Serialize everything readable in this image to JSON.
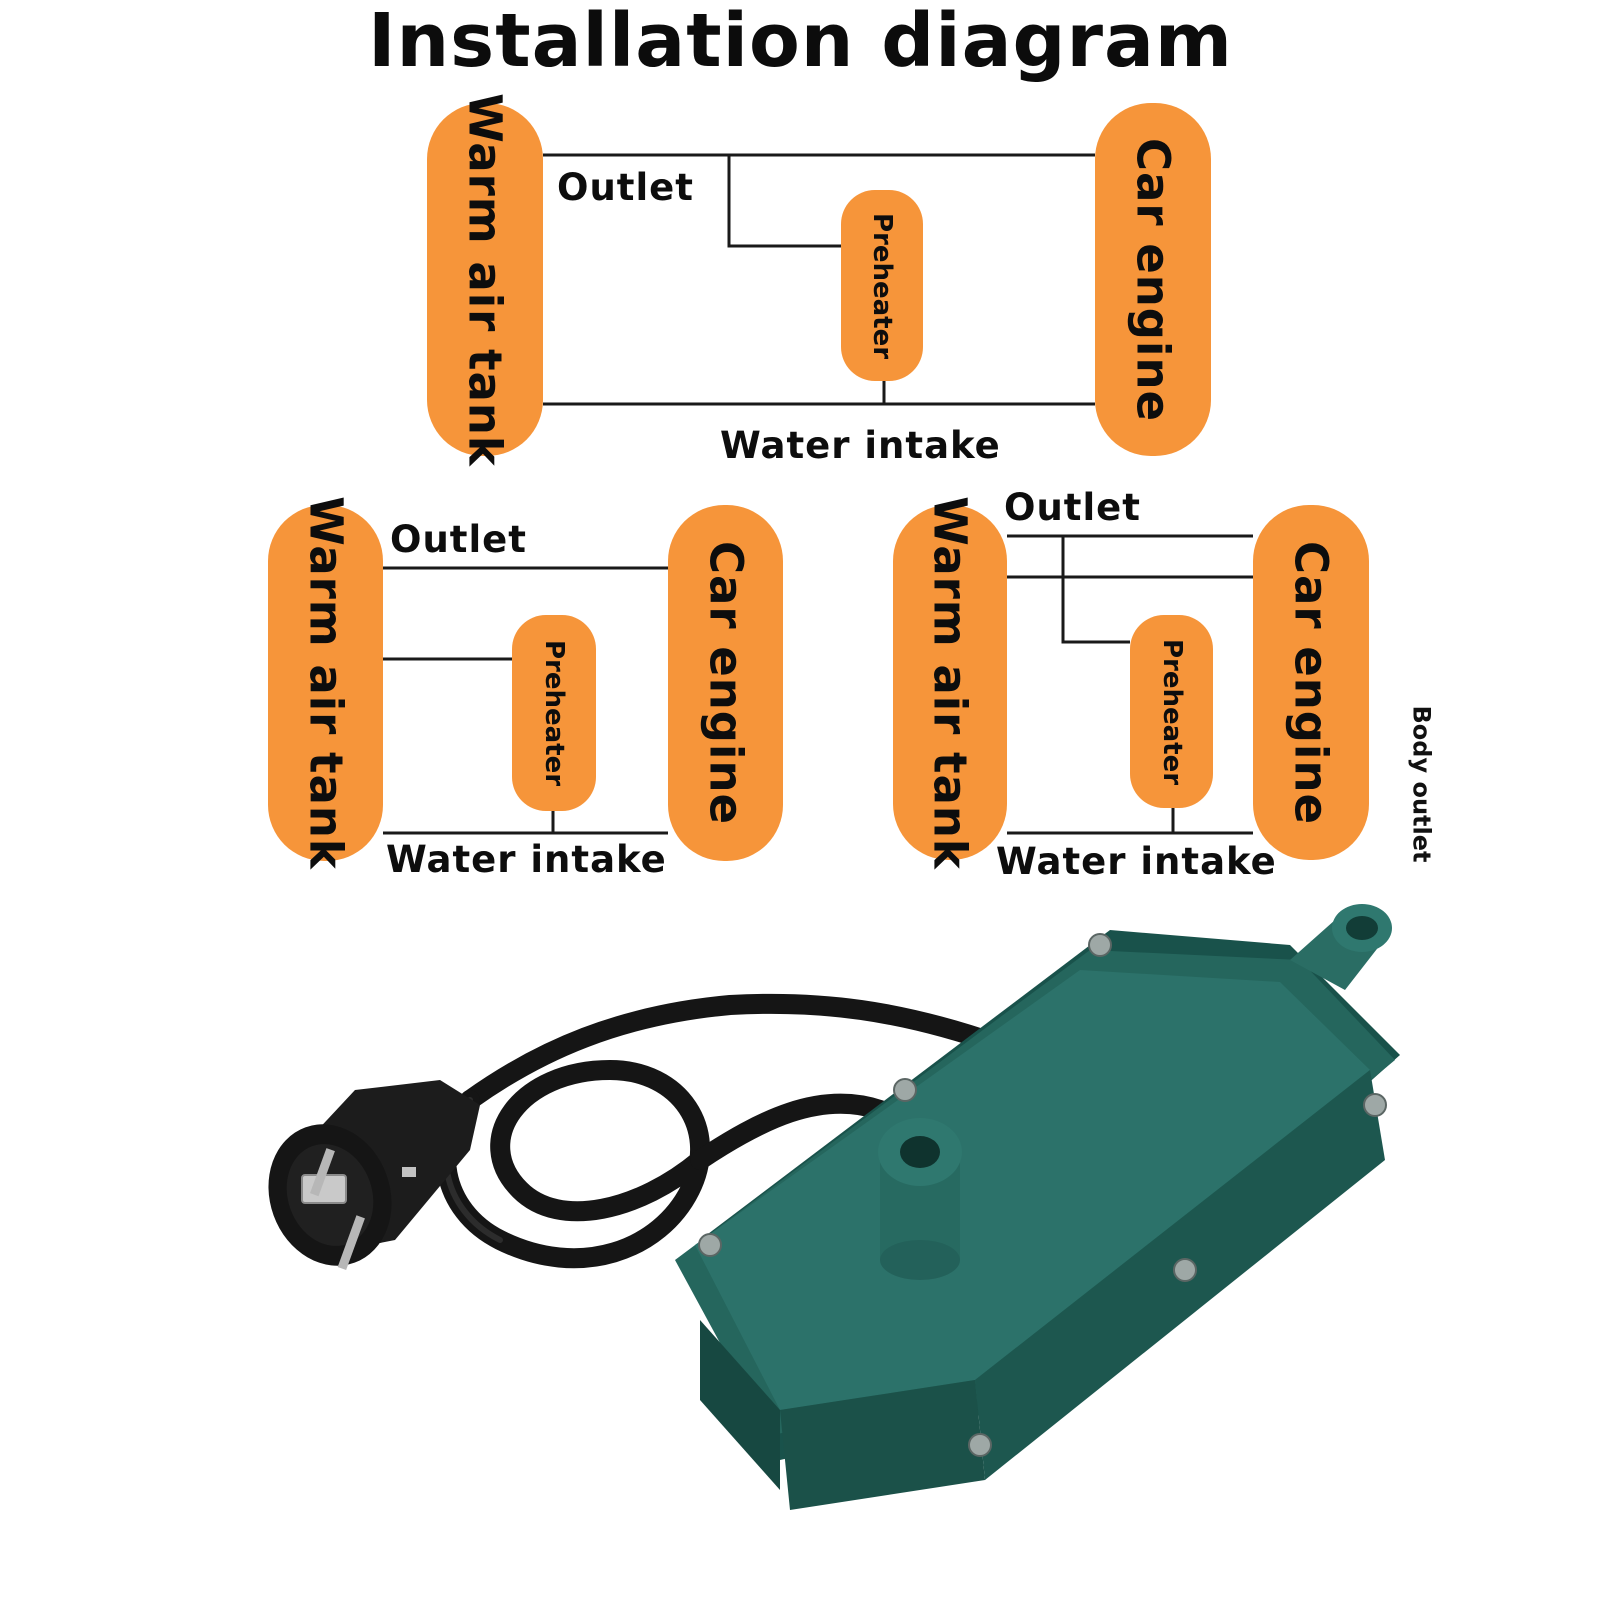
{
  "title": "Installation diagram",
  "labels": {
    "warm_air_tank": "Warm air tank",
    "car_engine": "Car engine",
    "preheater": "Preheater",
    "outlet": "Outlet",
    "water_intake": "Water intake",
    "body_outlet": "Body outlet"
  },
  "colors": {
    "box_fill": "#f6953a",
    "line": "#1a1a1a",
    "heater_body": "#1f5f58",
    "cable": "#151515"
  },
  "icons": {
    "product": "engine-preheater-product-photo",
    "plug": "eu-power-plug-icon"
  }
}
